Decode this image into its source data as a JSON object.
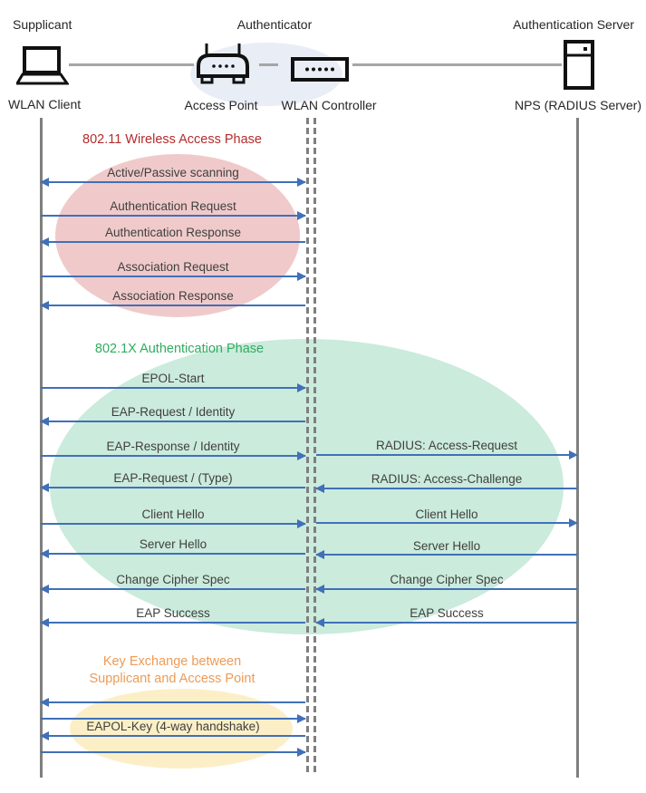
{
  "header": {
    "roles": [
      {
        "label": "Supplicant"
      },
      {
        "label": "Authenticator"
      },
      {
        "label": "Authentication Server"
      }
    ],
    "entities": [
      {
        "label": "WLAN Client",
        "icon": "laptop-icon"
      },
      {
        "label": "Access Point",
        "icon": "access-point-icon"
      },
      {
        "label": "WLAN Controller",
        "icon": "wlan-controller-icon"
      },
      {
        "label": "NPS (RADIUS Server)",
        "icon": "server-icon"
      }
    ]
  },
  "colors": {
    "arrow_blue": "#4070b8",
    "lifeline_gray": "#7f7f7f",
    "connector_gray": "#a6a6a6",
    "phase1_title": "#b42b2b",
    "phase1_fill": "#f0caca",
    "phase2_title": "#2ead5f",
    "phase2_fill": "#cbebdc",
    "phase3_title": "#ed9b57",
    "phase3_fill": "#fcefc7",
    "header_ellipse_fill": "#e9edf6",
    "message_text": "#3f3f3f"
  },
  "phases": [
    {
      "title": "802.11 Wireless Access Phase"
    },
    {
      "title": "802.1X Authentication Phase"
    },
    {
      "title": "Key Exchange between Supplicant and Access Point",
      "title_lines": [
        "Key Exchange between",
        "Supplicant and Access Point"
      ]
    }
  ],
  "messages": {
    "left": [
      {
        "label": "Active/Passive scanning",
        "direction": "both"
      },
      {
        "label": "Authentication Request",
        "direction": "right"
      },
      {
        "label": "Authentication Response",
        "direction": "left"
      },
      {
        "label": "Association Request",
        "direction": "right"
      },
      {
        "label": "Association Response",
        "direction": "left"
      },
      {
        "label": "EPOL-Start",
        "direction": "right"
      },
      {
        "label": "EAP-Request / Identity",
        "direction": "left"
      },
      {
        "label": "EAP-Response / Identity",
        "direction": "right"
      },
      {
        "label": "EAP-Request / (Type)",
        "direction": "left"
      },
      {
        "label": "Client Hello",
        "direction": "right"
      },
      {
        "label": "Server Hello",
        "direction": "left"
      },
      {
        "label": "Change Cipher Spec",
        "direction": "left"
      },
      {
        "label": "EAP Success",
        "direction": "left"
      },
      {
        "label": "",
        "direction": "left"
      },
      {
        "label": "",
        "direction": "right"
      },
      {
        "label": "EAPOL-Key (4-way handshake)",
        "direction": "left"
      },
      {
        "label": "",
        "direction": "right"
      }
    ],
    "right": [
      {
        "label": "RADIUS: Access-Request",
        "direction": "right"
      },
      {
        "label": "RADIUS: Access-Challenge",
        "direction": "left"
      },
      {
        "label": "Client Hello",
        "direction": "right"
      },
      {
        "label": "Server Hello",
        "direction": "left"
      },
      {
        "label": "Change Cipher Spec",
        "direction": "left"
      },
      {
        "label": "EAP Success",
        "direction": "left"
      }
    ]
  }
}
